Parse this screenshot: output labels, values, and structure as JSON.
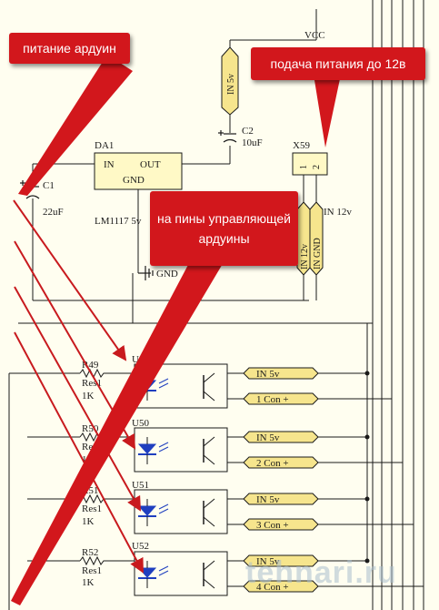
{
  "annotations": {
    "arduino_power": "питание ардуин",
    "power_12v": "подача питания до 12в",
    "control_pins": "на пины управляющей ардуины"
  },
  "components": {
    "vcc": "VCC",
    "c2": {
      "ref": "C2",
      "value": "10uF"
    },
    "c1": {
      "ref": "C1",
      "value": "22uF"
    },
    "regulator": {
      "ref": "DA1",
      "in": "IN",
      "out": "OUT",
      "gnd": "GND",
      "part": "LM1117 5v"
    },
    "connector": {
      "ref": "X59",
      "pin1": "1",
      "pin2": "2"
    },
    "gnd_label": "GND",
    "in_12v": "IN 12v"
  },
  "ports": {
    "in_5v_top": "IN 5v",
    "in_12v_vert": "IN 12v",
    "in_gnd_vert": "IN GND"
  },
  "optos": [
    {
      "r_ref": "R49",
      "r_val": "Res1",
      "r_ohm": "1K",
      "u_ref": "U49",
      "port_a": "IN 5v",
      "port_b": "1 Con +"
    },
    {
      "r_ref": "R50",
      "r_val": "Res1",
      "r_ohm": "1K",
      "u_ref": "U50",
      "port_a": "IN 5v",
      "port_b": "2 Con +"
    },
    {
      "r_ref": "R51",
      "r_val": "Res1",
      "r_ohm": "1K",
      "u_ref": "U51",
      "port_a": "IN 5v",
      "port_b": "3 Con +"
    },
    {
      "r_ref": "R52",
      "r_val": "Res1",
      "r_ohm": "1K",
      "u_ref": "U52",
      "port_a": "IN 5v",
      "port_b": "4 Con +"
    }
  ],
  "watermark": "tehnari.ru",
  "colors": {
    "wire": "#1a1a1a",
    "annotation": "#d2171c",
    "port": "#f6e58d",
    "led": "#1f3fbf",
    "arrow": "#c81a1e"
  }
}
